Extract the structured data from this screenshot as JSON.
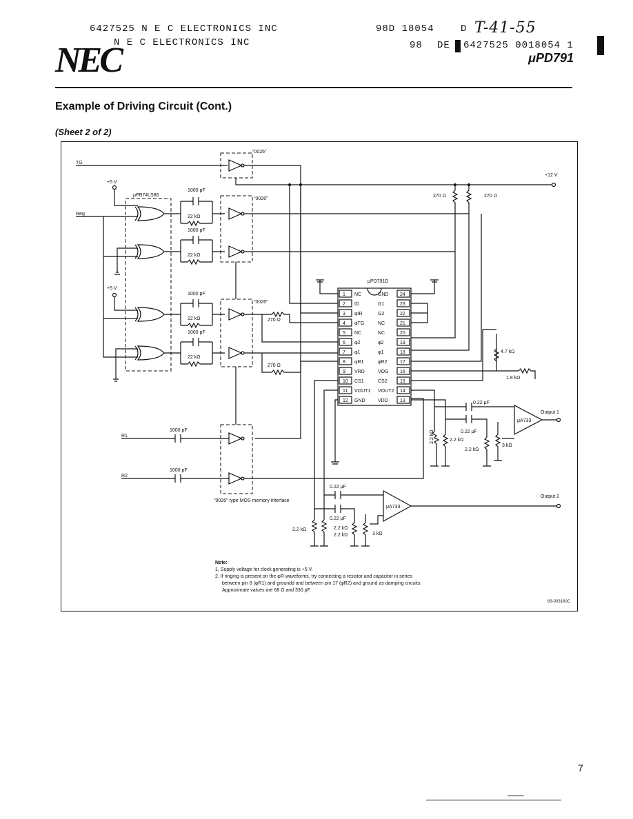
{
  "header": {
    "line1_left": "6427525 N E C ELECTRONICS INC",
    "line1_mid": "98D 18054",
    "line1_right": "D",
    "handwritten": "T-41-55",
    "line2_left": "N E C ELECTRONICS INC",
    "line2_mid": "98",
    "line2_de": "DE",
    "line2_code": "6427525 0018054 1",
    "logo": "NEC",
    "part_number": "μPD791"
  },
  "title": "Example of Driving Circuit (Cont.)",
  "sheet": "(Sheet 2 of 2)",
  "page_number": "7",
  "diagram": {
    "signals": {
      "tg": "TG",
      "reg": "Reg",
      "r1": "R1",
      "r2": "R2",
      "vcc12": "+12 V",
      "plus5a": "+5 V",
      "plus5b": "+5 V"
    },
    "chips": {
      "ls86": "μPB74LS86",
      "buf0026a": "\"0026\"",
      "buf0026b": "\"0026\"",
      "buf0026c": "\"0026\"",
      "mos_note": "\"0026\" type MOS memory interface",
      "ic": "μPD791D",
      "amp1": "μA733",
      "amp2": "μA733"
    },
    "components": {
      "c1": "1000 pF",
      "c2": "1000 pF",
      "c3": "1000 pF",
      "c4": "1000 pF",
      "c5": "1000 pF",
      "c6": "1000 pF",
      "r22a": "22 kΩ",
      "r22b": "22 kΩ",
      "r22c": "22 kΩ",
      "r22d": "22 kΩ",
      "r270a": "270 Ω",
      "r270b": "270 Ω",
      "r270c": "270 Ω",
      "r270d": "270 Ω",
      "r47k": "4.7 kΩ",
      "r18k": "1.8 kΩ",
      "c022a": "0.22 μF",
      "c022b": "0.22 μF",
      "c022c": "0.22 μF",
      "c022d": "0.22 μF",
      "r22ka": "2.2 kΩ",
      "r22kb": "2.2 kΩ",
      "r22kc": "2.2 kΩ",
      "r22kd": "2.2 kΩ",
      "r22ke": "2.2 kΩ",
      "r22kf": "2.2 kΩ",
      "r3ka": "3 kΩ",
      "r3kb": "3 kΩ"
    },
    "outputs": {
      "out1": "Output 1",
      "out2": "Output 2"
    },
    "pins_left": [
      {
        "n": "1",
        "name": "NC"
      },
      {
        "n": "2",
        "name": "ID"
      },
      {
        "n": "3",
        "name": "φIR"
      },
      {
        "n": "4",
        "name": "φTG"
      },
      {
        "n": "5",
        "name": "NC"
      },
      {
        "n": "6",
        "name": "φ2"
      },
      {
        "n": "7",
        "name": "φ1"
      },
      {
        "n": "8",
        "name": "φR1"
      },
      {
        "n": "9",
        "name": "VRD"
      },
      {
        "n": "10",
        "name": "CS1"
      },
      {
        "n": "11",
        "name": "VOUT1"
      },
      {
        "n": "12",
        "name": "GND"
      }
    ],
    "pins_right": [
      {
        "n": "24",
        "name": "GND"
      },
      {
        "n": "23",
        "name": "G1"
      },
      {
        "n": "22",
        "name": "G2"
      },
      {
        "n": "21",
        "name": "NC"
      },
      {
        "n": "20",
        "name": "NC"
      },
      {
        "n": "19",
        "name": "φ2"
      },
      {
        "n": "18",
        "name": "φ1"
      },
      {
        "n": "17",
        "name": "φR2"
      },
      {
        "n": "16",
        "name": "VOG"
      },
      {
        "n": "15",
        "name": "CS2"
      },
      {
        "n": "14",
        "name": "VOUT2"
      },
      {
        "n": "13",
        "name": "VDD"
      }
    ],
    "figure_code": "83-003160C"
  },
  "notes": {
    "heading": "Note:",
    "n1": "1. Supply voltage for clock generating is +5 V.",
    "n2a": "2. If ringing is present on the φR waveforms, try connecting a resistor and capacitor in series",
    "n2b": "between pin 8 (φR1) and groundd and between pin 17 (φR2) and ground as damping circuits.",
    "n2c": "Approximate values are 68 Ω and 330 pF."
  }
}
